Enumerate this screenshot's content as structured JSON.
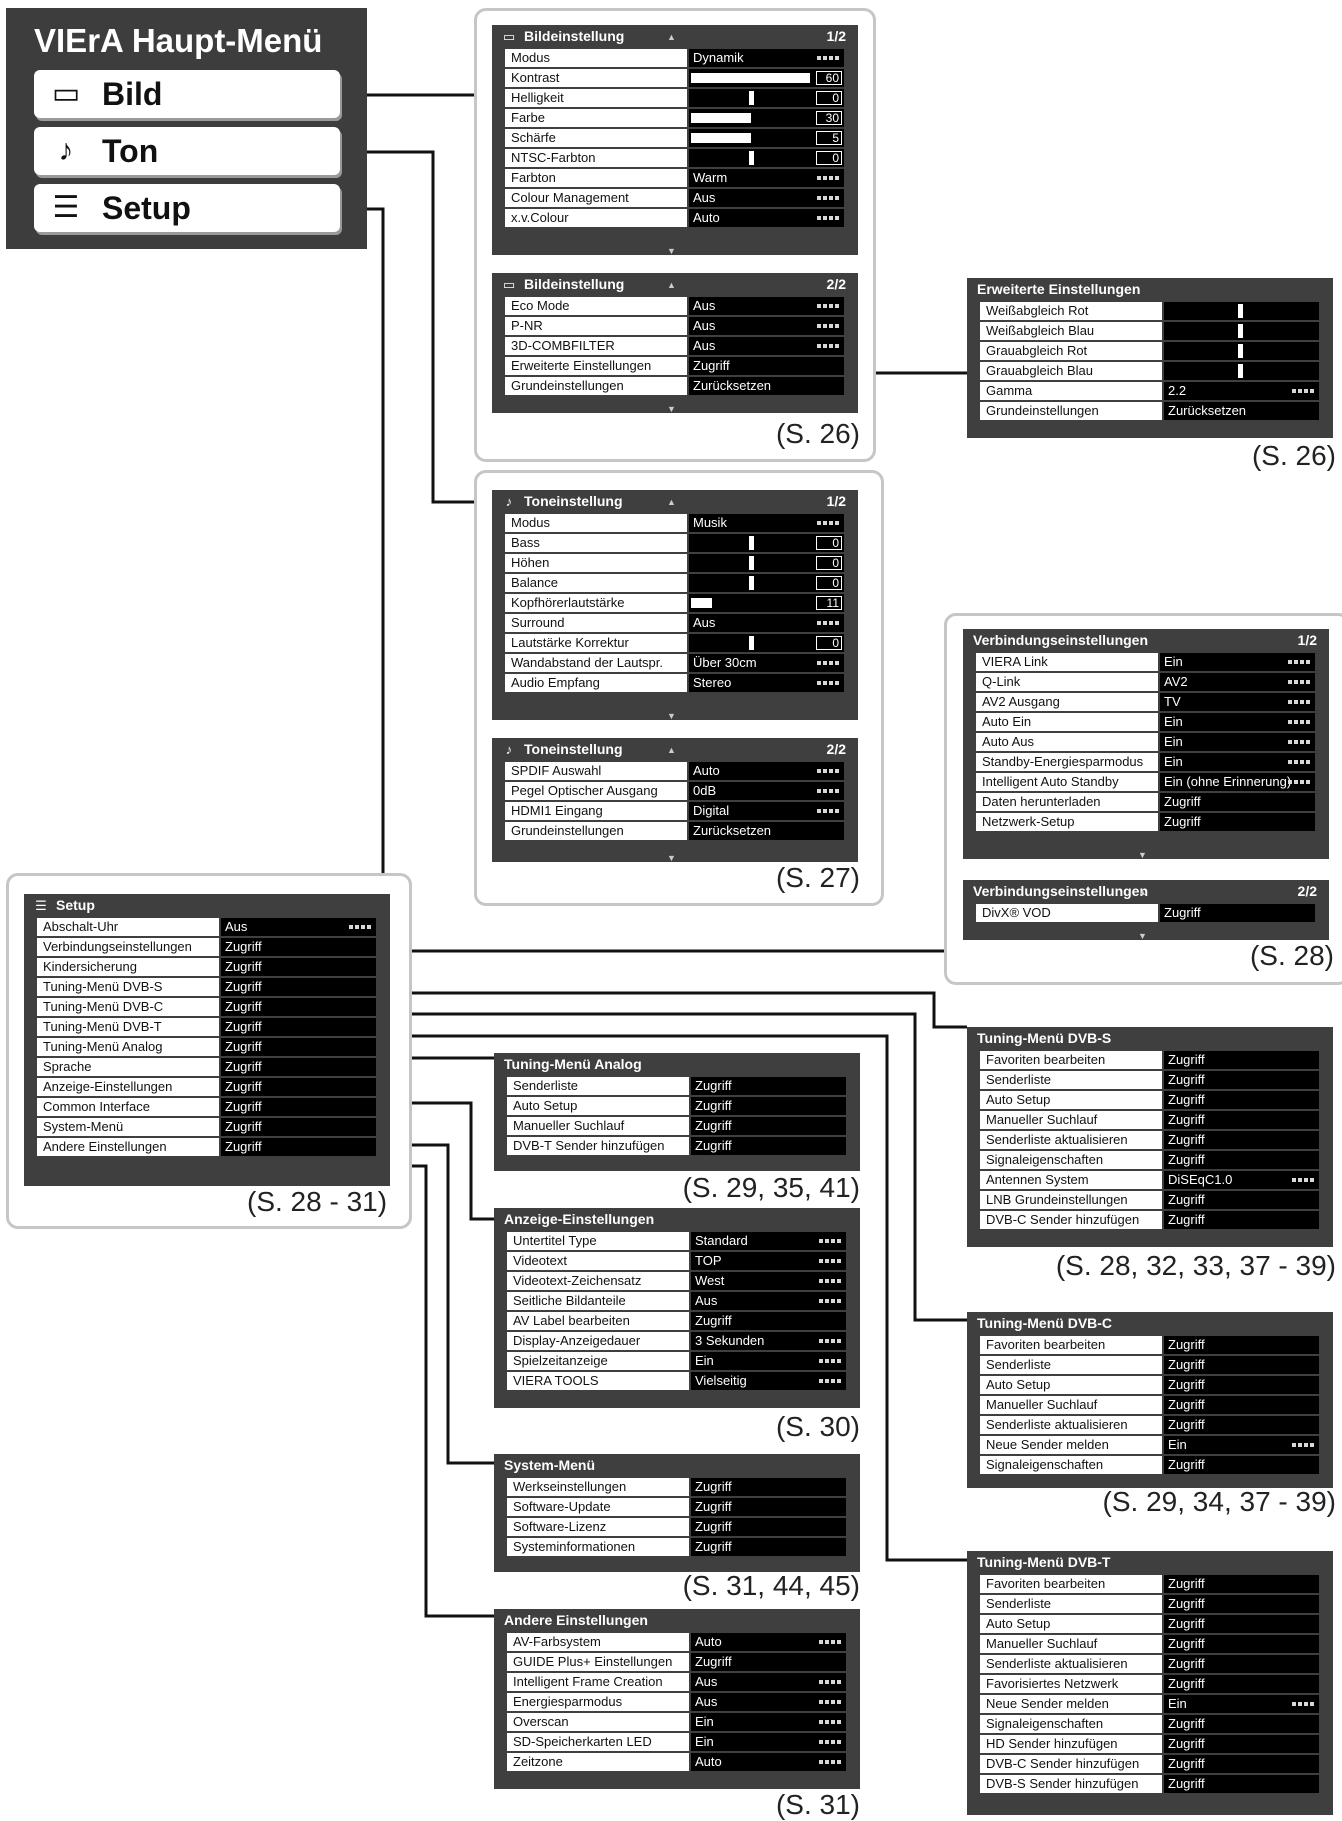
{
  "main_menu": {
    "brand": "VIErA",
    "title": "Haupt-Menü",
    "buttons": [
      {
        "label": "Bild",
        "icon": "screen-icon"
      },
      {
        "label": "Ton",
        "icon": "note-icon"
      },
      {
        "label": "Setup",
        "icon": "list-icon"
      }
    ]
  },
  "menus": [
    {
      "id": "bild1",
      "icon": "screen-icon",
      "title": "Bildeinstellung",
      "page": "1/2",
      "scroll_up": true,
      "scroll_down": true,
      "rows": [
        {
          "label": "Modus",
          "value": "Dynamik",
          "sel": true,
          "dash": true
        },
        {
          "label": "Kontrast",
          "bar": 1.0,
          "num": "60"
        },
        {
          "label": "Helligkeit",
          "marker": 0.5,
          "num": "0"
        },
        {
          "label": "Farbe",
          "bar": 0.5,
          "num": "30"
        },
        {
          "label": "Schärfe",
          "bar": 0.5,
          "num": "5"
        },
        {
          "label": "NTSC-Farbton",
          "marker": 0.5,
          "num": "0"
        },
        {
          "label": "Farbton",
          "value": "Warm",
          "sel": true,
          "dash": true
        },
        {
          "label": "Colour Management",
          "value": "Aus",
          "sel": true,
          "dash": true
        },
        {
          "label": "x.v.Colour",
          "value": "Auto",
          "sel": true,
          "dash": true
        }
      ]
    },
    {
      "id": "bild2",
      "icon": "screen-icon",
      "title": "Bildeinstellung",
      "page": "2/2",
      "scroll_up": true,
      "scroll_down": true,
      "rows": [
        {
          "label": "Eco Mode",
          "value": "Aus",
          "sel": true,
          "dash": true
        },
        {
          "label": "P-NR",
          "value": "Aus",
          "sel": true,
          "dash": true
        },
        {
          "label": "3D-COMBFILTER",
          "value": "Aus",
          "sel": true,
          "dash": true
        },
        {
          "label": "Erweiterte Einstellungen",
          "value": "Zugriff"
        },
        {
          "label": "Grundeinstellungen",
          "value": "Zurücksetzen"
        }
      ]
    },
    {
      "id": "erweitert",
      "title": "Erweiterte Einstellungen",
      "rows": [
        {
          "label": "Weißabgleich Rot",
          "marker": 0.5
        },
        {
          "label": "Weißabgleich Blau",
          "marker": 0.5
        },
        {
          "label": "Grauabgleich Rot",
          "marker": 0.5
        },
        {
          "label": "Grauabgleich Blau",
          "marker": 0.5
        },
        {
          "label": "Gamma",
          "value": "2.2",
          "sel": true,
          "dash": true
        },
        {
          "label": "Grundeinstellungen",
          "value": "Zurücksetzen"
        }
      ]
    },
    {
      "id": "ton1",
      "icon": "note-icon",
      "title": "Toneinstellung",
      "page": "1/2",
      "scroll_up": true,
      "scroll_down": true,
      "rows": [
        {
          "label": "Modus",
          "value": "Musik",
          "sel": true,
          "dash": true
        },
        {
          "label": "Bass",
          "marker": 0.5,
          "num": "0"
        },
        {
          "label": "Höhen",
          "marker": 0.5,
          "num": "0"
        },
        {
          "label": "Balance",
          "marker": 0.5,
          "num": "0"
        },
        {
          "label": "Kopfhörerlautstärke",
          "bar": 0.18,
          "num": "11"
        },
        {
          "label": "Surround",
          "value": "Aus",
          "sel": true,
          "dash": true
        },
        {
          "label": "Lautstärke Korrektur",
          "marker": 0.5,
          "num": "0"
        },
        {
          "label": "Wandabstand der Lautspr.",
          "value": "Über 30cm",
          "sel": true,
          "dash": true
        },
        {
          "label": "Audio Empfang",
          "value": "Stereo",
          "sel": true,
          "dash": true
        }
      ]
    },
    {
      "id": "ton2",
      "icon": "note-icon",
      "title": "Toneinstellung",
      "page": "2/2",
      "scroll_up": true,
      "scroll_down": true,
      "rows": [
        {
          "label": "SPDIF Auswahl",
          "value": "Auto",
          "sel": true,
          "dash": true
        },
        {
          "label": "Pegel Optischer Ausgang",
          "value": "0dB",
          "sel": true,
          "dash": true
        },
        {
          "label": "HDMI1 Eingang",
          "value": "Digital",
          "sel": true,
          "dash": true
        },
        {
          "label": "Grundeinstellungen",
          "value": "Zurücksetzen"
        }
      ]
    },
    {
      "id": "verb1",
      "title": "Verbindungseinstellungen",
      "page": "1/2",
      "scroll_down": true,
      "rows": [
        {
          "label": "VIERA Link",
          "value": "Ein",
          "sel": true,
          "dash": true
        },
        {
          "label": "Q-Link",
          "value": "AV2",
          "sel": true,
          "dash": true
        },
        {
          "label": "AV2 Ausgang",
          "value": "TV",
          "sel": true,
          "dash": true
        },
        {
          "label": "Auto Ein",
          "value": "Ein",
          "sel": true,
          "dash": true
        },
        {
          "label": "Auto Aus",
          "value": "Ein",
          "sel": true,
          "dash": true
        },
        {
          "label": "Standby-Energiesparmodus",
          "value": "Ein",
          "sel": true,
          "dash": true
        },
        {
          "label": "Intelligent Auto Standby",
          "value": "Ein (ohne Erinnerung)",
          "sel": true,
          "dash": true
        },
        {
          "label": "Daten herunterladen",
          "value": "Zugriff"
        },
        {
          "label": "Netzwerk-Setup",
          "value": "Zugriff"
        }
      ]
    },
    {
      "id": "verb2",
      "title": "Verbindungseinstellungen",
      "page": "2/2",
      "scroll_up": true,
      "scroll_down": true,
      "rows": [
        {
          "label": "DivX® VOD",
          "value": "Zugriff"
        }
      ]
    },
    {
      "id": "setup",
      "icon": "list-icon",
      "title": "Setup",
      "rows": [
        {
          "label": "Abschalt-Uhr",
          "value": "Aus",
          "sel": true,
          "dash": true
        },
        {
          "label": "Verbindungseinstellungen",
          "value": "Zugriff"
        },
        {
          "label": "Kindersicherung",
          "value": "Zugriff"
        },
        {
          "label": "Tuning-Menü DVB-S",
          "value": "Zugriff"
        },
        {
          "label": "Tuning-Menü DVB-C",
          "value": "Zugriff"
        },
        {
          "label": "Tuning-Menü DVB-T",
          "value": "Zugriff"
        },
        {
          "label": "Tuning-Menü Analog",
          "value": "Zugriff"
        },
        {
          "label": "Sprache",
          "value": "Zugriff"
        },
        {
          "label": "Anzeige-Einstellungen",
          "value": "Zugriff"
        },
        {
          "label": "Common Interface",
          "value": "Zugriff"
        },
        {
          "label": "System-Menü",
          "value": "Zugriff"
        },
        {
          "label": "Andere Einstellungen",
          "value": "Zugriff"
        }
      ]
    },
    {
      "id": "analog",
      "title": "Tuning-Menü Analog",
      "rows": [
        {
          "label": "Senderliste",
          "value": "Zugriff"
        },
        {
          "label": "Auto Setup",
          "value": "Zugriff"
        },
        {
          "label": "Manueller Suchlauf",
          "value": "Zugriff"
        },
        {
          "label": "DVB-T Sender hinzufügen",
          "value": "Zugriff"
        }
      ]
    },
    {
      "id": "anzeige",
      "title": "Anzeige-Einstellungen",
      "rows": [
        {
          "label": "Untertitel Type",
          "value": "Standard",
          "sel": true,
          "dash": true
        },
        {
          "label": "Videotext",
          "value": "TOP",
          "sel": true,
          "dash": true
        },
        {
          "label": "Videotext-Zeichensatz",
          "value": "West",
          "sel": true,
          "dash": true
        },
        {
          "label": "Seitliche Bildanteile",
          "value": "Aus",
          "sel": true,
          "dash": true
        },
        {
          "label": "AV Label bearbeiten",
          "value": "Zugriff"
        },
        {
          "label": "Display-Anzeigedauer",
          "value": "3 Sekunden",
          "sel": true,
          "dash": true
        },
        {
          "label": "Spielzeitanzeige",
          "value": "Ein",
          "sel": true,
          "dash": true
        },
        {
          "label": "VIERA TOOLS",
          "value": "Vielseitig",
          "sel": true,
          "dash": true
        }
      ]
    },
    {
      "id": "system",
      "title": "System-Menü",
      "rows": [
        {
          "label": "Werkseinstellungen",
          "value": "Zugriff"
        },
        {
          "label": "Software-Update",
          "value": "Zugriff"
        },
        {
          "label": "Software-Lizenz",
          "value": "Zugriff"
        },
        {
          "label": "Systeminformationen",
          "value": "Zugriff"
        }
      ]
    },
    {
      "id": "andere",
      "title": "Andere Einstellungen",
      "rows": [
        {
          "label": "AV-Farbsystem",
          "value": "Auto",
          "sel": true,
          "dash": true
        },
        {
          "label": "GUIDE Plus+ Einstellungen",
          "value": "Zugriff"
        },
        {
          "label": "Intelligent Frame Creation",
          "value": "Aus",
          "sel": true,
          "dash": true
        },
        {
          "label": "Energiesparmodus",
          "value": "Aus",
          "sel": true,
          "dash": true
        },
        {
          "label": "Overscan",
          "value": "Ein",
          "sel": true,
          "dash": true
        },
        {
          "label": "SD-Speicherkarten LED",
          "value": "Ein",
          "sel": true,
          "dash": true
        },
        {
          "label": "Zeitzone",
          "value": "Auto",
          "sel": true,
          "dash": true
        }
      ]
    },
    {
      "id": "dvbs",
      "title": "Tuning-Menü DVB-S",
      "rows": [
        {
          "label": "Favoriten bearbeiten",
          "value": "Zugriff"
        },
        {
          "label": "Senderliste",
          "value": "Zugriff"
        },
        {
          "label": "Auto Setup",
          "value": "Zugriff"
        },
        {
          "label": "Manueller Suchlauf",
          "value": "Zugriff"
        },
        {
          "label": "Senderliste aktualisieren",
          "value": "Zugriff"
        },
        {
          "label": "Signaleigenschaften",
          "value": "Zugriff"
        },
        {
          "label": "Antennen System",
          "value": "DiSEqC1.0",
          "sel": true,
          "dash": true
        },
        {
          "label": "LNB Grundeinstellungen",
          "value": "Zugriff"
        },
        {
          "label": "DVB-C Sender hinzufügen",
          "value": "Zugriff"
        }
      ]
    },
    {
      "id": "dvbc",
      "title": "Tuning-Menü DVB-C",
      "rows": [
        {
          "label": "Favoriten bearbeiten",
          "value": "Zugriff"
        },
        {
          "label": "Senderliste",
          "value": "Zugriff"
        },
        {
          "label": "Auto Setup",
          "value": "Zugriff"
        },
        {
          "label": "Manueller Suchlauf",
          "value": "Zugriff"
        },
        {
          "label": "Senderliste aktualisieren",
          "value": "Zugriff"
        },
        {
          "label": "Neue Sender melden",
          "value": "Ein",
          "sel": true,
          "dash": true
        },
        {
          "label": "Signaleigenschaften",
          "value": "Zugriff"
        }
      ]
    },
    {
      "id": "dvbt",
      "title": "Tuning-Menü DVB-T",
      "rows": [
        {
          "label": "Favoriten bearbeiten",
          "value": "Zugriff"
        },
        {
          "label": "Senderliste",
          "value": "Zugriff"
        },
        {
          "label": "Auto Setup",
          "value": "Zugriff"
        },
        {
          "label": "Manueller Suchlauf",
          "value": "Zugriff"
        },
        {
          "label": "Senderliste aktualisieren",
          "value": "Zugriff"
        },
        {
          "label": "Favorisiertes Netzwerk",
          "value": "Zugriff"
        },
        {
          "label": "Neue Sender melden",
          "value": "Ein",
          "sel": true,
          "dash": true
        },
        {
          "label": "Signaleigenschaften",
          "value": "Zugriff"
        },
        {
          "label": "HD Sender hinzufügen",
          "value": "Zugriff"
        },
        {
          "label": "DVB-C Sender hinzufügen",
          "value": "Zugriff"
        },
        {
          "label": "DVB-S Sender hinzufügen",
          "value": "Zugriff"
        }
      ]
    }
  ],
  "page_refs": [
    {
      "id": "bild",
      "text": "(S. 26)"
    },
    {
      "id": "erweitert",
      "text": "(S. 26)"
    },
    {
      "id": "ton",
      "text": "(S. 27)"
    },
    {
      "id": "verb",
      "text": "(S. 28)"
    },
    {
      "id": "setup",
      "text": "(S. 28 - 31)"
    },
    {
      "id": "analog",
      "text": "(S. 29, 35, 41)"
    },
    {
      "id": "anzeige",
      "text": "(S. 30)"
    },
    {
      "id": "system",
      "text": "(S. 31, 44, 45)"
    },
    {
      "id": "andere",
      "text": "(S. 31)"
    },
    {
      "id": "dvbs",
      "text": "(S. 28, 32, 33, 37 - 39)"
    },
    {
      "id": "dvbc",
      "text": "(S. 29, 34, 37 - 39)"
    }
  ]
}
